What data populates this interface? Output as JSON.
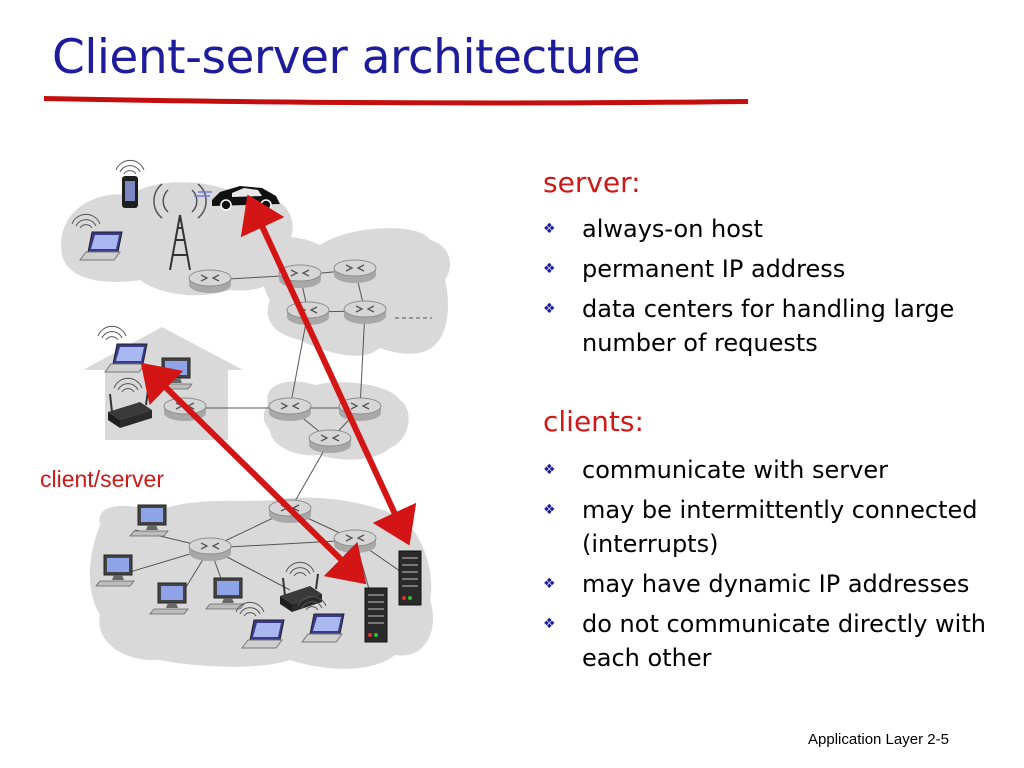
{
  "title": "Client-server architecture",
  "diagram": {
    "label": "client/server",
    "icons": [
      "smartphone-icon",
      "car-icon",
      "cell-tower-icon",
      "laptop-icon",
      "router-icon",
      "desktop-computer-icon",
      "wireless-router-icon",
      "server-icon",
      "home-icon"
    ],
    "colors": {
      "network_cloud": "#d9d9d9",
      "arrow": "#d41515",
      "link": "#555555"
    }
  },
  "server_section": {
    "heading": "server:",
    "items": [
      "always-on host",
      "permanent IP address",
      "data centers for handling large number of requests"
    ]
  },
  "clients_section": {
    "heading": "clients:",
    "items": [
      "communicate with server",
      "may be intermittently connected (interrupts)",
      "may have dynamic IP addresses",
      "do not communicate directly with each other"
    ]
  },
  "footer": {
    "text": "Application Layer 2-5"
  },
  "colors": {
    "title": "#1c1c9c",
    "accent_red": "#d01818",
    "bullet": "#1c1c9c"
  }
}
